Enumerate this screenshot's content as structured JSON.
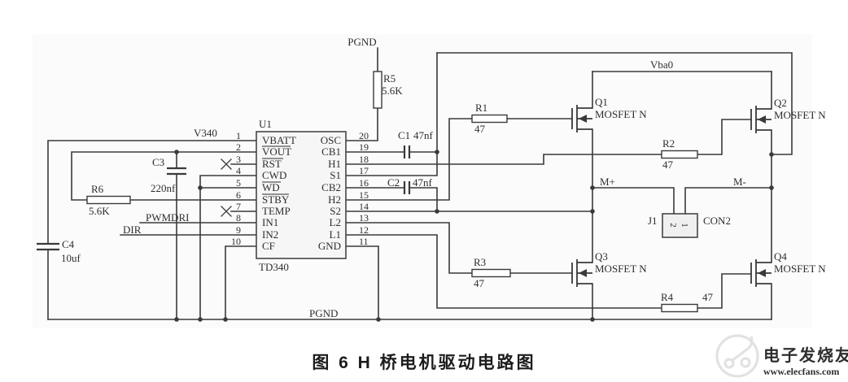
{
  "schematic": {
    "chip": {
      "ref": "U1",
      "part": "TD340",
      "left_pins": [
        {
          "num": "1",
          "label": "VBATT"
        },
        {
          "num": "2",
          "label": "VOUT"
        },
        {
          "num": "3",
          "label": "RST"
        },
        {
          "num": "4",
          "label": "CWD"
        },
        {
          "num": "5",
          "label": "WD"
        },
        {
          "num": "6",
          "label": "STBY"
        },
        {
          "num": "7",
          "label": "TEMP"
        },
        {
          "num": "8",
          "label": "IN1"
        },
        {
          "num": "9",
          "label": "IN2"
        },
        {
          "num": "10",
          "label": "CF"
        }
      ],
      "right_pins": [
        {
          "num": "20",
          "label": "OSC"
        },
        {
          "num": "19",
          "label": "CB1"
        },
        {
          "num": "18",
          "label": "H1"
        },
        {
          "num": "17",
          "label": "S1"
        },
        {
          "num": "16",
          "label": "CB2"
        },
        {
          "num": "15",
          "label": "H2"
        },
        {
          "num": "14",
          "label": "S2"
        },
        {
          "num": "13",
          "label": "L2"
        },
        {
          "num": "12",
          "label": "L1"
        },
        {
          "num": "11",
          "label": "GND"
        }
      ]
    },
    "components": {
      "r1": {
        "ref": "R1",
        "value": "47"
      },
      "r2": {
        "ref": "R2",
        "value": "47"
      },
      "r3": {
        "ref": "R3",
        "value": "47"
      },
      "r4": {
        "ref": "R4",
        "value": "47"
      },
      "r5": {
        "ref": "R5",
        "value": "5.6K"
      },
      "r6": {
        "ref": "R6",
        "value": "5.6K"
      },
      "c1": {
        "ref": "C1",
        "value": "47nf"
      },
      "c2": {
        "ref": "C2",
        "value": "47nf"
      },
      "c3": {
        "ref": "C3",
        "value": "220nf"
      },
      "c4": {
        "ref": "C4",
        "value": "10uf"
      },
      "q1": {
        "ref": "Q1",
        "type": "MOSFET N"
      },
      "q2": {
        "ref": "Q2",
        "type": "MOSFET N"
      },
      "q3": {
        "ref": "Q3",
        "type": "MOSFET N"
      },
      "q4": {
        "ref": "Q4",
        "type": "MOSFET N"
      },
      "j1": {
        "ref": "J1",
        "type": "CON2",
        "pin1": "1",
        "pin2": "2"
      }
    },
    "nets": {
      "v340": "V340",
      "vba0": "Vba0",
      "pgnd_top": "PGND",
      "pgnd_bottom": "PGND",
      "m_plus": "M+",
      "m_minus": "M-",
      "pwmdri": "PWMDRI",
      "dir": "DIR"
    }
  },
  "caption": "图 6  H 桥电机驱动电路图",
  "watermark": {
    "name": "电子发烧友",
    "url": "www.elecfans.com"
  },
  "colors": {
    "wire": "#3a3a3a",
    "chip_fill": "#f6f6f6",
    "watermark": "#e0e0e0"
  }
}
